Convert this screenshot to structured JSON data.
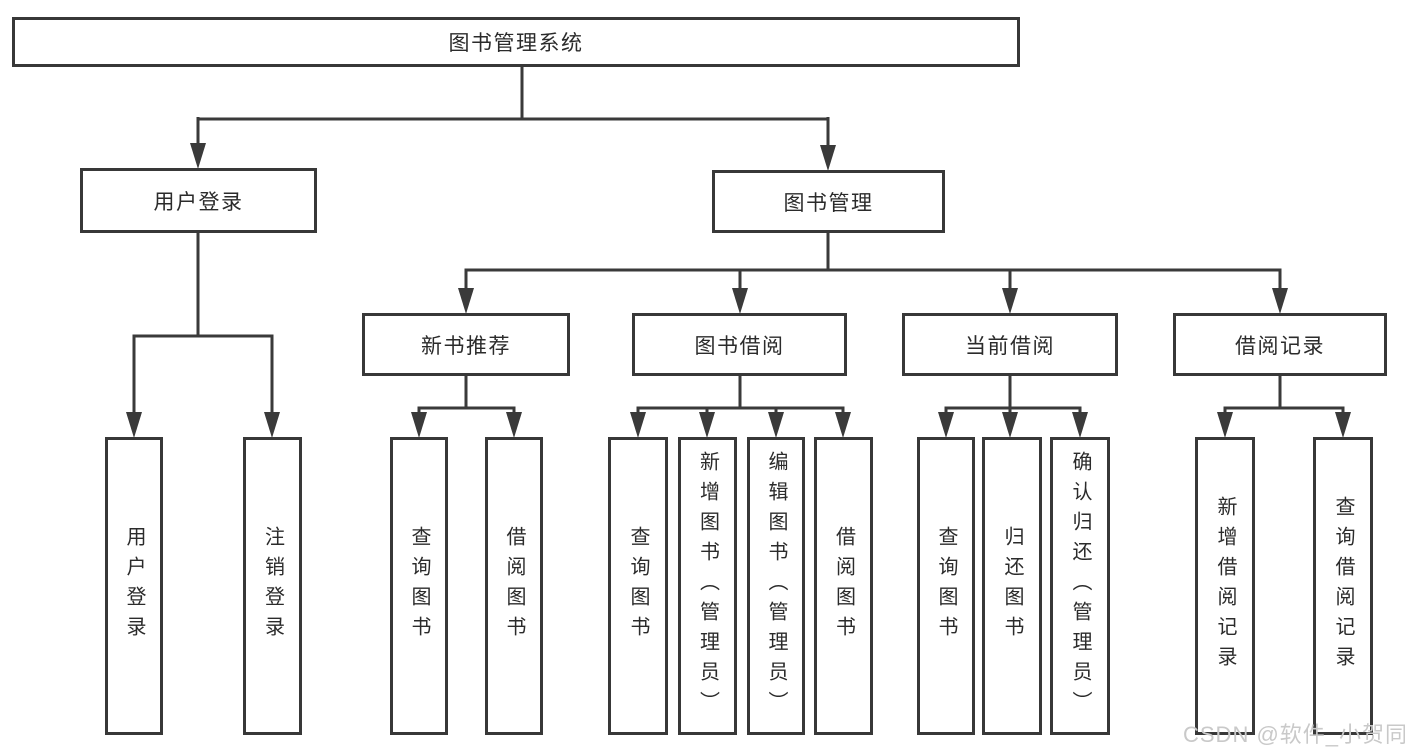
{
  "diagram": {
    "root": {
      "label": "图书管理系统"
    },
    "level2": {
      "user_login": {
        "label": "用户登录"
      },
      "book_management": {
        "label": "图书管理"
      }
    },
    "level3": {
      "new_book_recommend": {
        "label": "新书推荐"
      },
      "book_borrow": {
        "label": "图书借阅"
      },
      "current_borrow": {
        "label": "当前借阅"
      },
      "borrow_records": {
        "label": "借阅记录"
      }
    },
    "leaves": {
      "user_login": {
        "label": "用户登录"
      },
      "logout": {
        "label": "注销登录"
      },
      "query_books_recommend": {
        "label": "查询图书"
      },
      "borrow_books_recommend": {
        "label": "借阅图书"
      },
      "query_books_borrow": {
        "label": "查询图书"
      },
      "add_books_admin": {
        "label": "新增图书（管理员）"
      },
      "edit_books_admin": {
        "label": "编辑图书（管理员）"
      },
      "borrow_books_borrow": {
        "label": "借阅图书"
      },
      "query_books_current": {
        "label": "查询图书"
      },
      "return_books": {
        "label": "归还图书"
      },
      "confirm_return_admin": {
        "label": "确认归还（管理员）"
      },
      "add_borrow_record": {
        "label": "新增借阅记录"
      },
      "query_borrow_record": {
        "label": "查询借阅记录"
      }
    }
  },
  "watermark": {
    "text": "CSDN @软件_小贺同学"
  },
  "colors": {
    "line": "#3a3a3a",
    "border": "#383838",
    "text": "#2b2b2b",
    "background": "#ffffff",
    "watermark": "#c9c9c9"
  }
}
